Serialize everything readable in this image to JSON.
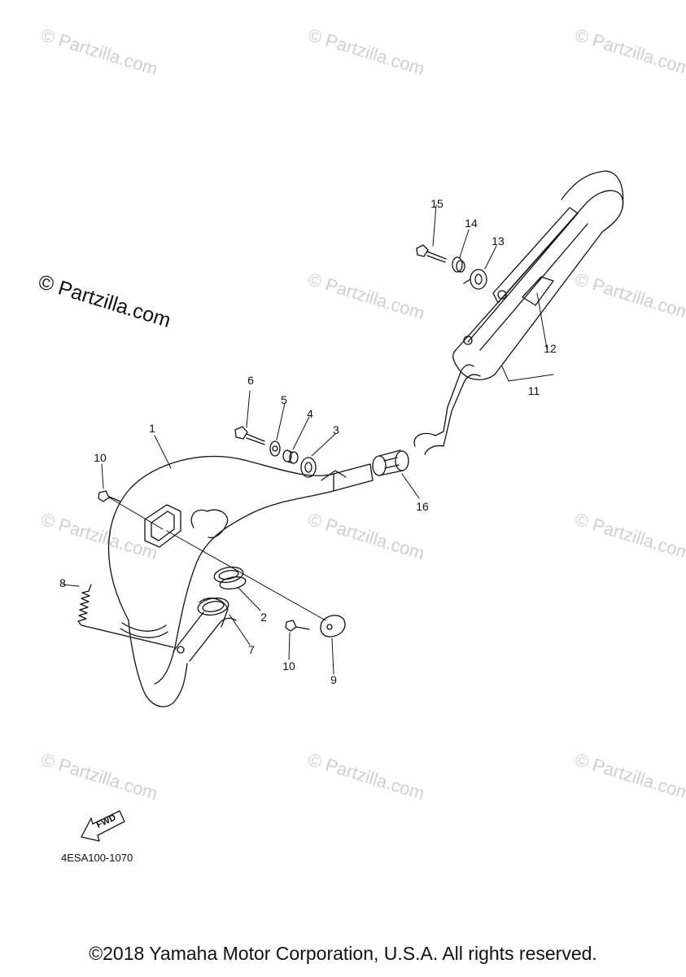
{
  "watermark": {
    "text": "© Partzilla.com",
    "main_text": "© Partzilla.com"
  },
  "parts": [
    {
      "number": "1",
      "name": "exhaust-pipe"
    },
    {
      "number": "2",
      "name": "gasket"
    },
    {
      "number": "3",
      "name": "damper"
    },
    {
      "number": "4",
      "name": "collar"
    },
    {
      "number": "5",
      "name": "washer"
    },
    {
      "number": "6",
      "name": "bolt"
    },
    {
      "number": "7",
      "name": "seal-ring"
    },
    {
      "number": "8",
      "name": "spring"
    },
    {
      "number": "9",
      "name": "bracket"
    },
    {
      "number": "10",
      "name": "bolt"
    },
    {
      "number": "10",
      "name": "bolt"
    },
    {
      "number": "11",
      "name": "silencer"
    },
    {
      "number": "12",
      "name": "damper-plate"
    },
    {
      "number": "13",
      "name": "damper"
    },
    {
      "number": "14",
      "name": "collar"
    },
    {
      "number": "15",
      "name": "bolt"
    },
    {
      "number": "16",
      "name": "joint"
    }
  ],
  "fwd_label": "FWD",
  "diagram_code": "4ESA100-1070",
  "copyright": "©2018 Yamaha Motor Corporation, U.S.A. All rights reserved."
}
